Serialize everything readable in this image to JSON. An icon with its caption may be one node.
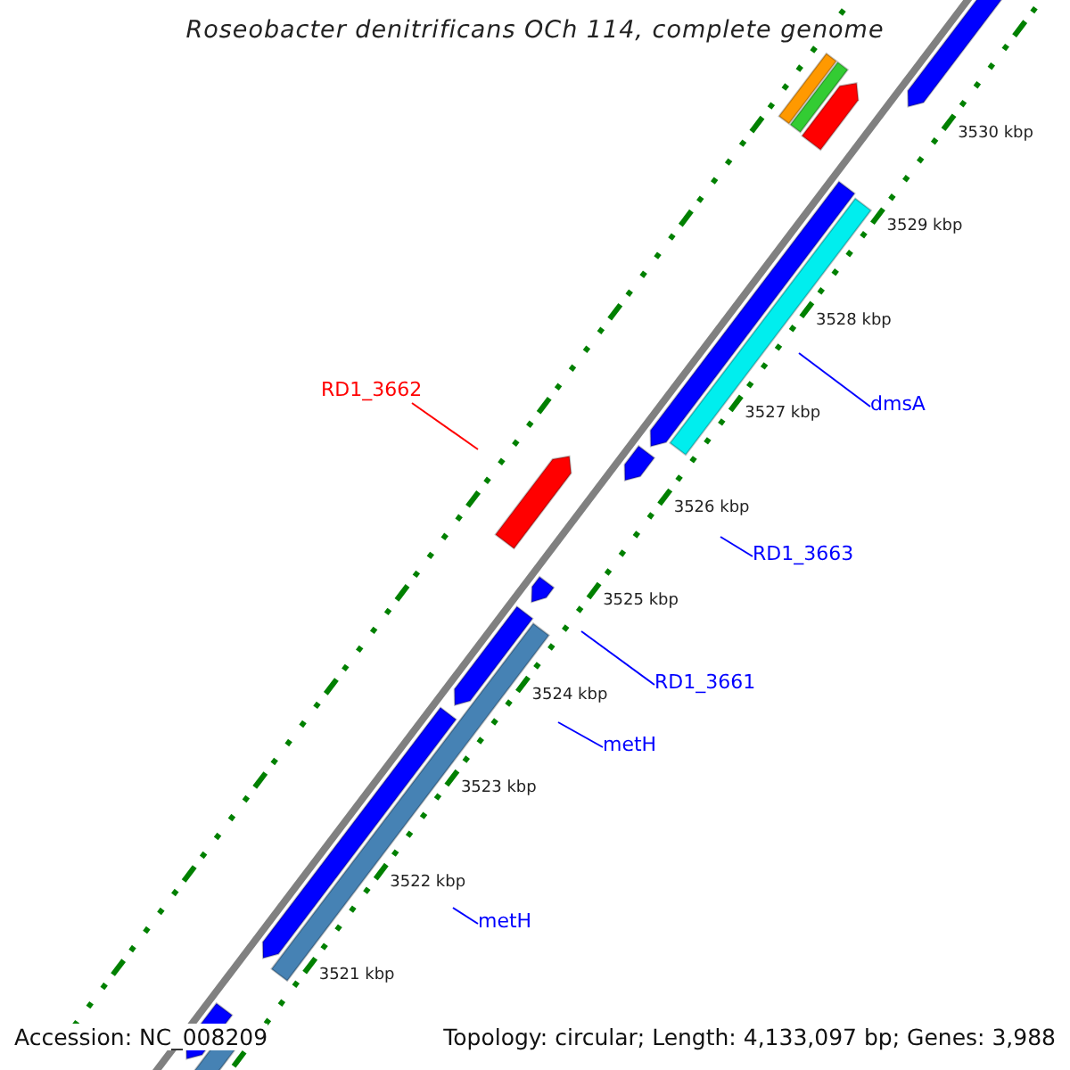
{
  "diagram": {
    "title": "Roseobacter denitrificans OCh 114, complete genome",
    "nodes": [
      {
        "text": [
          "RD1_3662"
        ]
      },
      {
        "text": [
          "dmsA"
        ]
      },
      {
        "text": [
          "RD1_3663"
        ]
      },
      {
        "text": [
          "RD1_3661"
        ]
      },
      {
        "text": [
          "metH"
        ]
      },
      {
        "text": [
          "metH"
        ]
      }
    ],
    "edges": [
      {
        "from": 0,
        "to": null,
        "arrow": "none",
        "color": "#ff0000"
      },
      {
        "from": 1,
        "to": null,
        "arrow": "none"
      },
      {
        "from": 2,
        "to": null,
        "arrow": "none"
      },
      {
        "from": 3,
        "to": null,
        "arrow": "none"
      },
      {
        "from": 4,
        "to": null,
        "arrow": "none"
      },
      {
        "from": 5,
        "to": null,
        "arrow": "none"
      }
    ],
    "labels": [
      "3530 kbp",
      "3529 kbp",
      "3528 kbp",
      "3527 kbp",
      "3526 kbp",
      "3525 kbp",
      "3524 kbp",
      "3523 kbp",
      "3522 kbp",
      "3521 kbp",
      "Accession: NC_008209",
      "Topology: circular; Length: 4,133,097 bp; Genes: 3,988"
    ]
  }
}
